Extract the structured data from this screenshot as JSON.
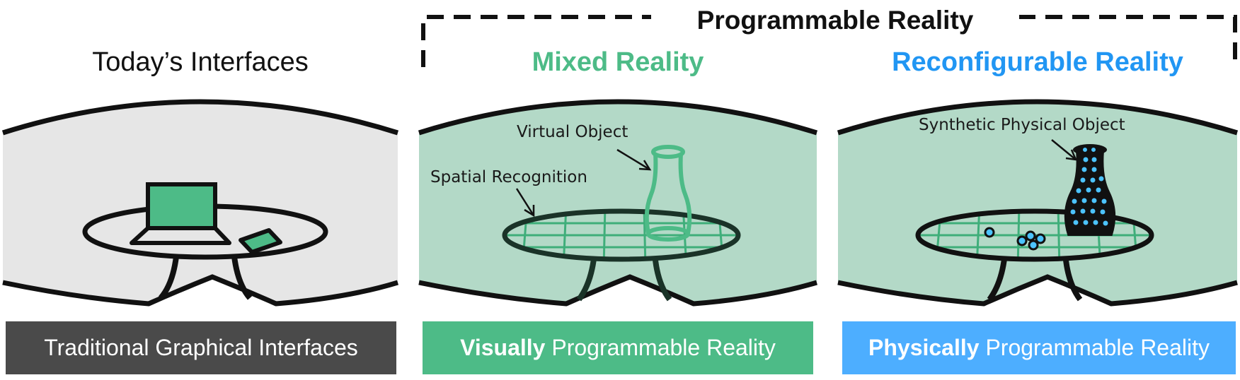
{
  "banner": {
    "title": "Programmable Reality"
  },
  "panels": [
    {
      "id": "today",
      "heading": "Today’s Interfaces",
      "heading_color": "#111111",
      "heading_bold": false,
      "fill_color": "#e6e6e6",
      "label_bold": "",
      "label_rest": "Traditional Graphical Interfaces",
      "label_bg": "#4a4a4a"
    },
    {
      "id": "mixed",
      "heading": "Mixed Reality",
      "heading_color": "#4dbb87",
      "heading_bold": true,
      "fill_color": "#b3d9c7",
      "annotations": [
        "Virtual Object",
        "Spatial Recognition"
      ],
      "label_bold": "Visually",
      "label_rest": " Programmable Reality",
      "label_bg": "#4dbb87"
    },
    {
      "id": "reconfig",
      "heading": "Reconfigurable Reality",
      "heading_color": "#2196f3",
      "heading_bold": true,
      "fill_color": "#b3d9c7",
      "annotations": [
        "Synthetic Physical Object"
      ],
      "label_bold": "Physically",
      "label_rest": " Programmable Reality",
      "label_bg": "#4daeff"
    }
  ],
  "colors": {
    "outline": "#111111",
    "device_green": "#4dbb87",
    "grid_green": "#3fae7a",
    "dot_blue": "#4cc3ff"
  }
}
